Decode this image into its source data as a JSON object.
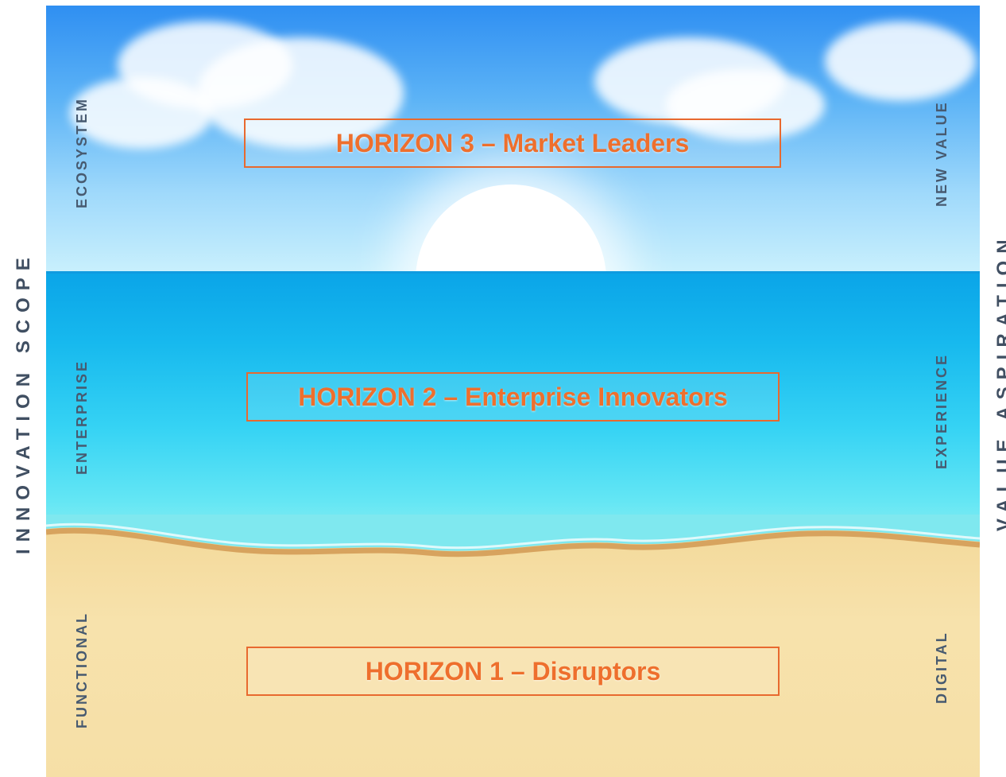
{
  "horizons": {
    "h3": "HORIZON 3 – Market Leaders",
    "h2": "HORIZON 2 – Enterprise Innovators",
    "h1": "HORIZON 1 – Disruptors"
  },
  "left_axis": {
    "title": "INNOVATION SCOPE",
    "levels": [
      "ECOSYSTEM",
      "ENTERPRISE",
      "FUNCTIONAL"
    ]
  },
  "right_axis": {
    "title": "VALUE ASPIRATION",
    "levels": [
      "NEW VALUE",
      "EXPERIENCE",
      "DIGITAL"
    ]
  },
  "colors": {
    "box_border": "#e8692f",
    "box_text": "#ee6f2d",
    "axis_text": "#475a70"
  }
}
